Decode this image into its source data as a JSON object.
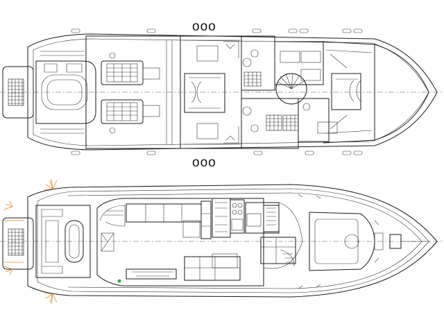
{
  "drawing": {
    "views": [
      {
        "name": "lower-deck-plan"
      },
      {
        "name": "main-deck-plan"
      }
    ],
    "marks": {
      "lower_deck_port_portholes": "ooo",
      "lower_deck_starboard_portholes": "ooo"
    },
    "colors": {
      "line": "#1a1a1a",
      "navigation_lights": "#e08a2a",
      "starboard_light": "#2aa04a",
      "background": "#ffffff"
    }
  }
}
